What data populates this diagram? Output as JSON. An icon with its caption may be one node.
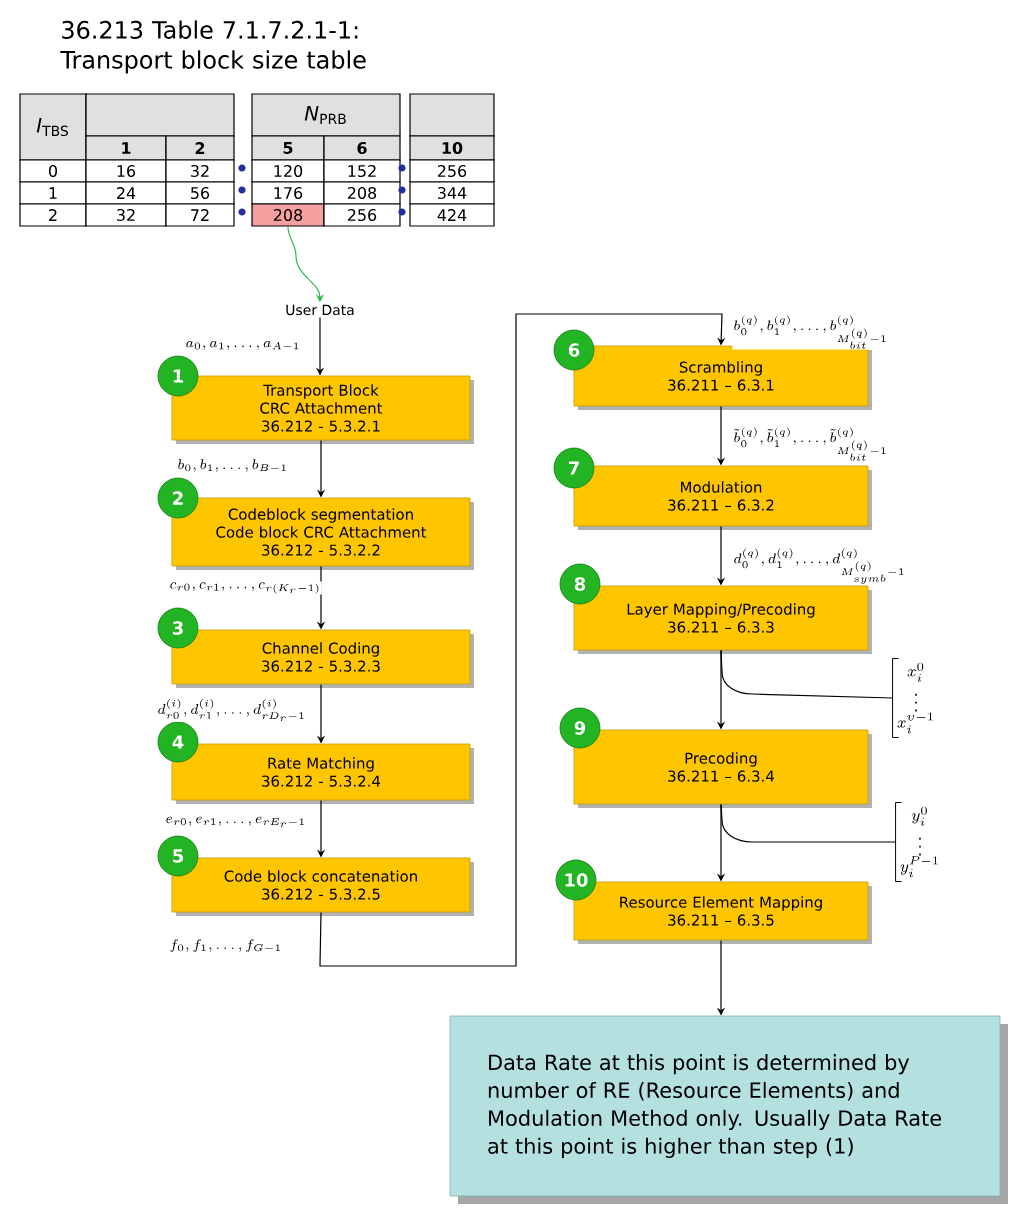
{
  "diagram": {
    "title": "36.213 Table 7.1.7.2.1-1: Transport block size table",
    "nodes": [
      {
        "text": [
          "208"
        ]
      },
      {
        "text": [
          "User Data"
        ]
      },
      {
        "text": [
          "Transport Block CRC Attachment",
          "36.212 - 5.3.2.1"
        ],
        "beside": [
          "1"
        ]
      },
      {
        "text": [
          "Codeblock segmentation Code block CRC Attachment",
          "36.212 - 5.3.2.2"
        ],
        "beside": [
          "2"
        ]
      },
      {
        "text": [
          "Channel Coding",
          "36.212 - 5.3.2.3"
        ],
        "beside": [
          "3"
        ]
      },
      {
        "text": [
          "Rate Matching",
          "36.212 - 5.3.2.4"
        ],
        "beside": [
          "4"
        ]
      },
      {
        "text": [
          "Code block concatenation",
          "36.212 - 5.3.2.5"
        ],
        "beside": [
          "5"
        ]
      },
      {
        "text": [
          "Scrambling",
          "36.211 – 6.3.1"
        ],
        "beside": [
          "6"
        ]
      },
      {
        "text": [
          "Modulation",
          "36.211 – 6.3.2"
        ],
        "beside": [
          "7"
        ]
      },
      {
        "text": [
          "Layer Mapping/Precoding",
          "36.211 – 6.3.3"
        ],
        "beside": [
          "8"
        ]
      },
      {
        "text": [
          "Precoding",
          "36.211 – 6.3.4"
        ],
        "beside": [
          "9"
        ]
      },
      {
        "text": [
          "Resource Element Mapping",
          "36.211 – 6.3.5"
        ],
        "beside": [
          "10"
        ]
      },
      {
        "text": [
          "Data Rate at this point is determined by number of RE (Resource Elements) and Modulation Method only. Usually Data Rate at this point is higher than step (1)"
        ]
      },
      {
        "text": [
          "x_i^0",
          "\\vdots",
          "x_i^{\\upsilon-1}"
        ]
      },
      {
        "text": [
          "y_i^0",
          "\\vdots",
          "y_i^{P-1}"
        ]
      }
    ],
    "edges": [
      {
        "from": 0,
        "to": 1,
        "arrow": "to",
        "color": "#2eb84a"
      },
      {
        "from": 1,
        "to": 2,
        "arrow": "to",
        "label": "a_0, a_1, \\ldots, a_{A-1}"
      },
      {
        "from": 2,
        "to": 3,
        "arrow": "to",
        "label": "b_0, b_1, \\ldots, b_{B-1}"
      },
      {
        "from": 3,
        "to": 4,
        "arrow": "to",
        "label": "c_{r0}, c_{r1}, \\ldots, c_{r(K_r-1)}"
      },
      {
        "from": 4,
        "to": 5,
        "arrow": "to",
        "label": "d^{(i)}_{r0}, d^{(i)}_{r1}, \\ldots, d^{(i)}_{rD_r-1}"
      },
      {
        "from": 5,
        "to": 6,
        "arrow": "to",
        "label": "e_{r0}, e_{r1}, \\ldots, e_{rE_r-1}"
      },
      {
        "from": 6,
        "to": 7,
        "arrow": "to",
        "label": "f_0, f_1, \\ldots, f_{G-1}"
      },
      {
        "from": 7,
        "to": 8,
        "arrow": "to",
        "label": "\\tilde{b}^{(q)}_0, \\tilde{b}^{(q)}_1, \\ldots, \\tilde{b}^{(q)}_{M^{(q)}_{bit}-1}"
      },
      {
        "from": 8,
        "to": 9,
        "arrow": "to",
        "label": "d^{(q)}_0, d^{(q)}_1, \\ldots, d^{(q)}_{M^{(q)}_{symb}-1}"
      },
      {
        "from": 9,
        "to": 10,
        "arrow": "to"
      },
      {
        "from": 9,
        "to": 13,
        "arrow": "none"
      },
      {
        "from": 10,
        "to": 11,
        "arrow": "to"
      },
      {
        "from": 10,
        "to": 14,
        "arrow": "none"
      },
      {
        "from": 11,
        "to": 12,
        "arrow": "to"
      }
    ],
    "labels": [
      "*I*$_{TBS}$",
      "*N*$_{PRB}$",
      "1",
      "2",
      "5",
      "6",
      "10",
      "0",
      "16",
      "32",
      "120",
      "152",
      "256",
      "1",
      "24",
      "56",
      "176",
      "208",
      "344",
      "2",
      "32",
      "72",
      "256",
      "424",
      "b^{(q)}_0, b^{(q)}_1, \\ldots, b^{(q)}_{M^{(q)}_{bit}-1}"
    ]
  }
}
